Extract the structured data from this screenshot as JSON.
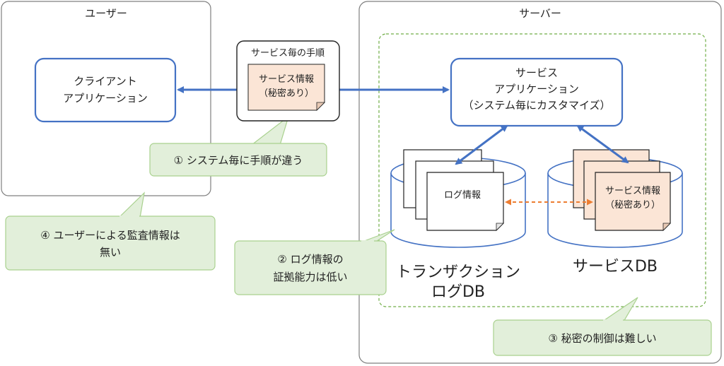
{
  "user_zone": {
    "title": "ユーザー"
  },
  "server_zone": {
    "title": "サーバー"
  },
  "client_app": {
    "lines": [
      "クライアント",
      "アプリケーション"
    ]
  },
  "procedure": {
    "title": "サービス毎の手順",
    "secret_lines": [
      "サービス情報",
      "（秘密あり）"
    ]
  },
  "service_app": {
    "lines": [
      "サービス",
      "アプリケーション",
      "（システム毎にカスタマイズ）"
    ]
  },
  "log_db": {
    "doc_label": "ログ情報",
    "name_lines": [
      "トランザクション",
      "ログDB"
    ]
  },
  "service_db": {
    "doc_lines": [
      "サービス情報",
      "（秘密あり）"
    ],
    "name": "サービスDB"
  },
  "callouts": {
    "c1": "① システム毎に手順が違う",
    "c2_lines": [
      "② ログ情報の",
      "証拠能力は低い"
    ],
    "c3": "③ 秘密の制御は難しい",
    "c4_lines": [
      "④ ユーザーによる監査情報は",
      "無い"
    ]
  },
  "colors": {
    "blue": "#4472c4",
    "callout_fill": "#e2efda",
    "callout_stroke": "#a9d18e",
    "secret_fill": "#fbe5d6",
    "orange": "#ed7d31",
    "dashed_green": "#70ad47"
  }
}
